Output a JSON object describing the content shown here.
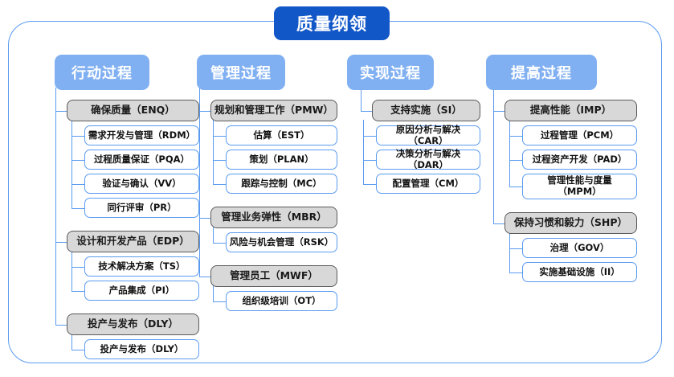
{
  "diagram": {
    "title": "质量纲领",
    "frame_color": "#5a9bf0",
    "title_color": "#1257c8",
    "column_header_color": "#81b0f2",
    "group_header_color": "#d8d8d8",
    "leaf_border_color": "#5b9bf0",
    "columns": [
      {
        "header": "行动过程",
        "groups": [
          {
            "header": "确保质量（ENQ）",
            "children": [
              "需求开发与管理（RDM）",
              "过程质量保证（PQA）",
              "验证与确认（VV）",
              "同行评审（PR）"
            ]
          },
          {
            "header": "设计和开发产品（EDP）",
            "children": [
              "技术解决方案（TS）",
              "产品集成（PI）"
            ]
          },
          {
            "header": "投产与发布（DLY）",
            "children": [
              "投产与发布（DLY）"
            ]
          }
        ]
      },
      {
        "header": "管理过程",
        "groups": [
          {
            "header": "规划和管理工作（PMW）",
            "children": [
              "估算（EST）",
              "策划（PLAN）",
              "跟踪与控制（MC）"
            ]
          },
          {
            "header": "管理业务弹性（MBR）",
            "children": [
              "风险与机会管理（RSK）"
            ]
          },
          {
            "header": "管理员工（MWF）",
            "children": [
              "组织级培训（OT）"
            ]
          }
        ]
      },
      {
        "header": "实现过程",
        "groups": [
          {
            "header": "支持实施（SI）",
            "children": [
              "原因分析与解决（CAR）",
              "决策分析与解决（DAR）",
              "配置管理（CM）"
            ]
          }
        ]
      },
      {
        "header": "提高过程",
        "groups": [
          {
            "header": "提高性能（IMP）",
            "children": [
              "过程管理（PCM）",
              "过程资产开发（PAD）",
              "管理性能与度量\n（MPM）"
            ]
          },
          {
            "header": "保持习惯和毅力（SHP）",
            "children": [
              "治理（GOV）",
              "实施基础设施（II）"
            ]
          }
        ]
      }
    ]
  }
}
